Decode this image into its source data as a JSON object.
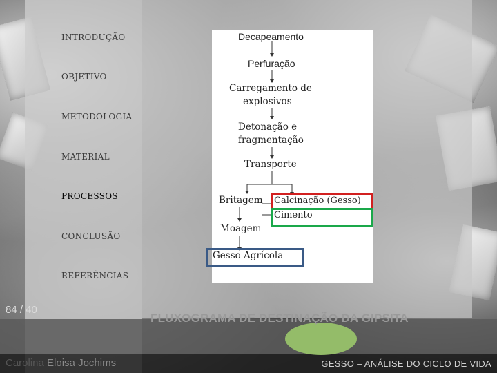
{
  "nav": {
    "items": [
      {
        "label": "INTRODUÇÃO"
      },
      {
        "label": "OBJETIVO"
      },
      {
        "label": "METODOLOGIA"
      },
      {
        "label": "MATERIAL"
      },
      {
        "label": "PROCESSOS"
      },
      {
        "label": "CONCLUSÃO"
      },
      {
        "label": "REFERÊNCIAS"
      }
    ],
    "active": "PROCESSOS"
  },
  "page_indicator": "84 / 40",
  "slide_title": "FLUXOGRAMA DE DESTINAÇÃO  DA GIPSITA",
  "footer": {
    "author_first": "Carolina",
    "author_rest": " Eloisa Jochims",
    "right": "GESSO – ANÁLISE DO CICLO DE VIDA"
  },
  "flowchart": {
    "step1": "Decapeamento",
    "step2": "Perfuração",
    "step3_line1": "Carregamento de",
    "step3_line2": "explosivos",
    "step4_line1": "Detonação e",
    "step4_line2": "fragmentação",
    "step5": "Transporte",
    "branch_left": "Britagem",
    "branch_red": "Calcinação (Gesso)",
    "branch_green": "Cimento",
    "step_moagem": "Moagem",
    "final_blue": "Gesso Agrícola",
    "box_colors": {
      "red": "#d22020",
      "green": "#1aa84a",
      "blue": "#3a5a86"
    }
  },
  "accent_oval_color": "#98c26a"
}
